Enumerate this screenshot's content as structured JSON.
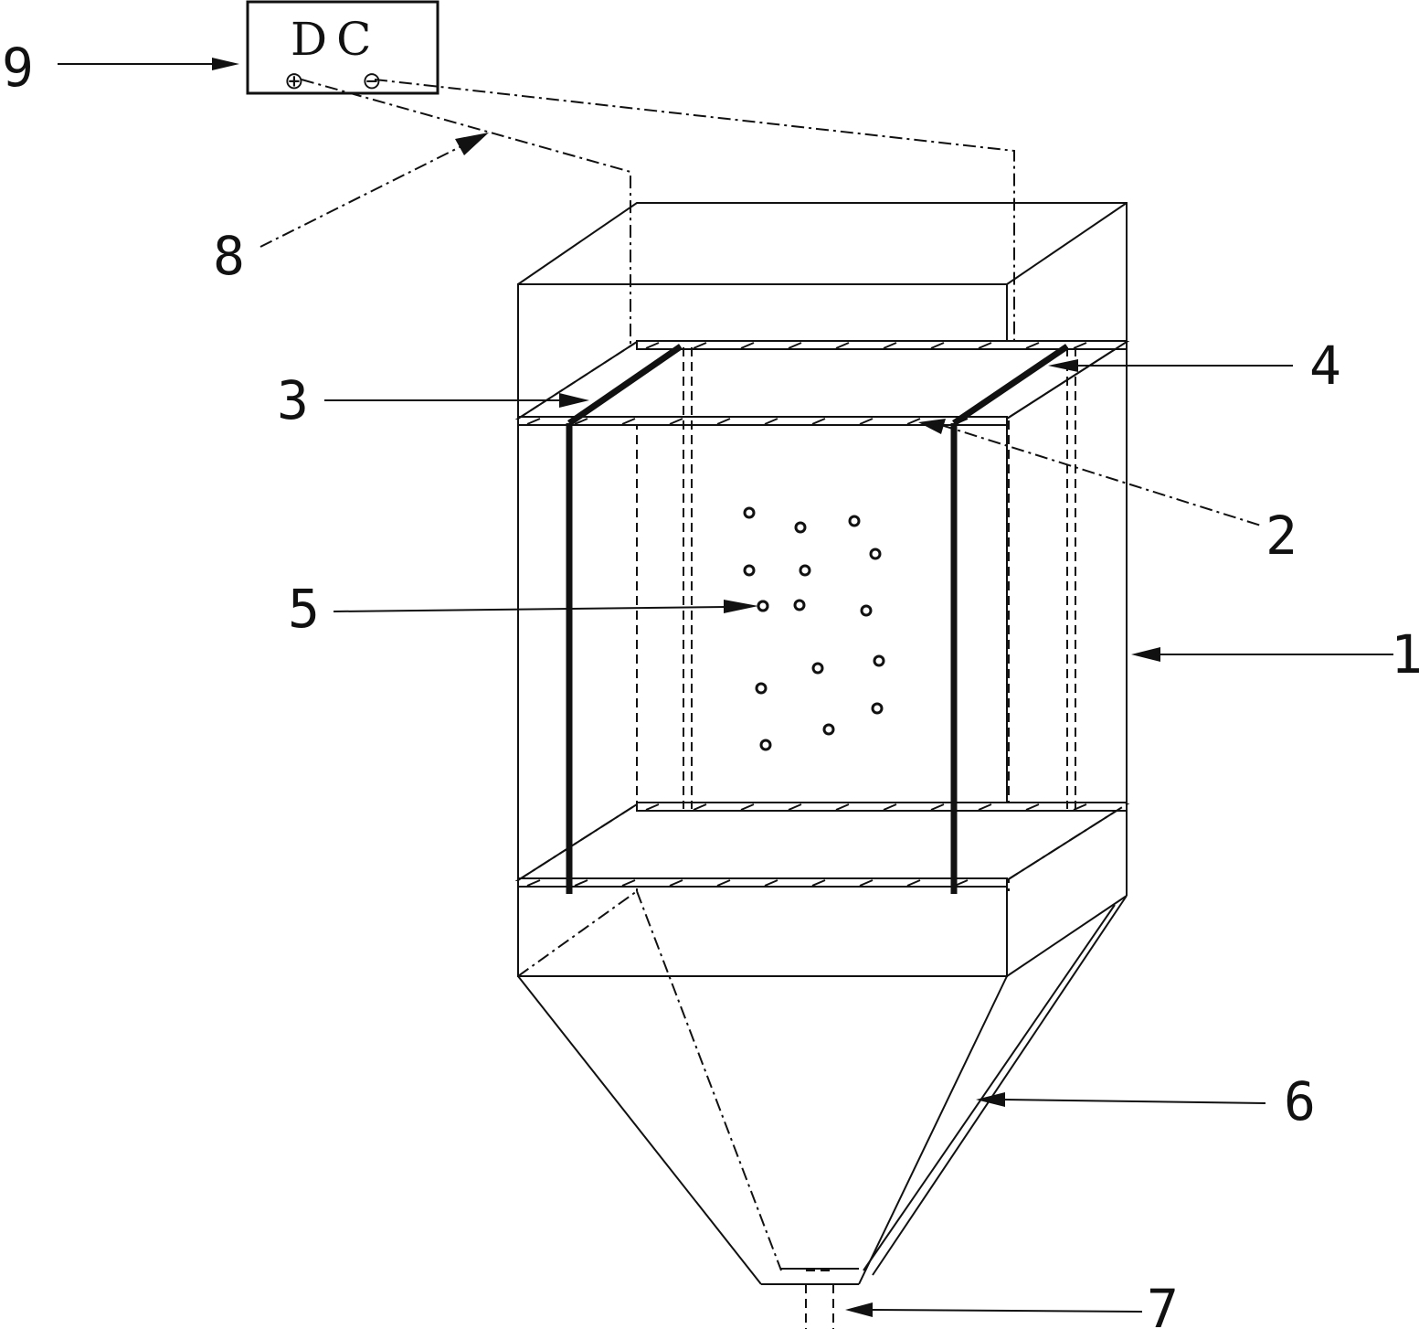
{
  "power_supply": {
    "label": "DC",
    "positive_symbol": "⊕",
    "negative_symbol": "⊖"
  },
  "callouts": [
    {
      "id": "1",
      "text": "1"
    },
    {
      "id": "2",
      "text": "2"
    },
    {
      "id": "3",
      "text": "3"
    },
    {
      "id": "4",
      "text": "4"
    },
    {
      "id": "5",
      "text": "5"
    },
    {
      "id": "6",
      "text": "6"
    },
    {
      "id": "7",
      "text": "7"
    },
    {
      "id": "8",
      "text": "8"
    },
    {
      "id": "9",
      "text": "9"
    }
  ],
  "particle_count": 16
}
